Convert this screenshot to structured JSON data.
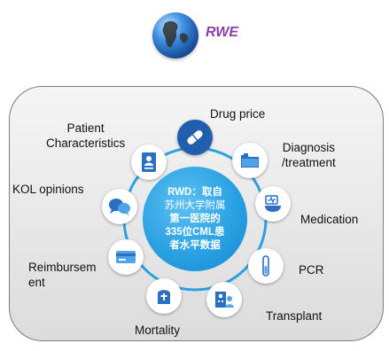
{
  "header": {
    "title": "RWE",
    "icon": "globe-icon"
  },
  "center": {
    "line1": "RWD：取自",
    "line2": "苏州大学附属",
    "line3": "第一医院的",
    "line4": "335位CML患",
    "line5": "者水平数据"
  },
  "nodes": [
    {
      "name": "drug-price",
      "icon": "pill-icon",
      "label_lines": [
        "Drug price"
      ]
    },
    {
      "name": "diagnosis-treatment",
      "icon": "folder-icon",
      "label_lines": [
        "Diagnosis",
        "/treatment"
      ]
    },
    {
      "name": "medication",
      "icon": "mortar-monitor-icon",
      "label_lines": [
        "Medication"
      ]
    },
    {
      "name": "pcr",
      "icon": "test-tube-icon",
      "label_lines": [
        "PCR"
      ]
    },
    {
      "name": "transplant",
      "icon": "hospital-people-icon",
      "label_lines": [
        "Transplant"
      ]
    },
    {
      "name": "mortality",
      "icon": "tombstone-icon",
      "label_lines": [
        "Mortality"
      ]
    },
    {
      "name": "reimbursement",
      "icon": "credit-card-icon",
      "label_lines": [
        "Reimbursem",
        "ent"
      ]
    },
    {
      "name": "kol-opinions",
      "icon": "speech-bubbles-icon",
      "label_lines": [
        "KOL opinions"
      ]
    },
    {
      "name": "patient-characteristics",
      "icon": "patient-record-icon",
      "label_lines": [
        "Patient",
        "Characteristics"
      ]
    }
  ],
  "colors": {
    "accent": "#8a3fa8",
    "center": "#2aa1e3",
    "ring": "#2aa1e3",
    "node_dark": "#1f5fae",
    "icon_blue": "#2a6fc0"
  }
}
